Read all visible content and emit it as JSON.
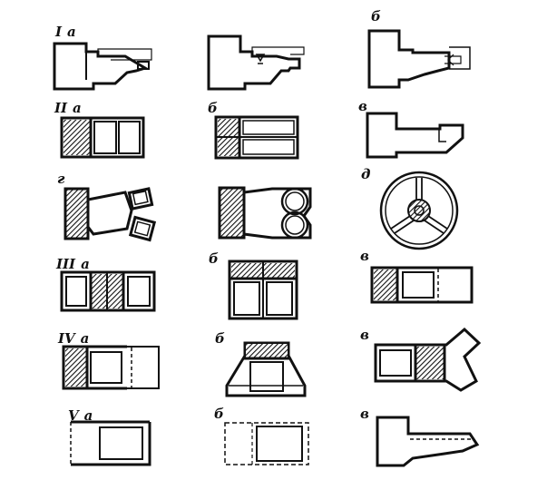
{
  "labels": {
    "r1_a": {
      "roman": "I",
      "letter": "а"
    },
    "r1_b": {
      "letter": "б"
    },
    "r2_a": {
      "roman": "II",
      "letter": "а"
    },
    "r2_b": {
      "letter": "б"
    },
    "r2_v": {
      "letter": "в"
    },
    "r2_g": {
      "letter": "г"
    },
    "r2_d": {
      "letter": "д"
    },
    "r3_a": {
      "roman": "III",
      "letter": "а"
    },
    "r3_b": {
      "letter": "б"
    },
    "r3_v": {
      "letter": "в"
    },
    "r4_a": {
      "roman": "IV",
      "letter": "а"
    },
    "r4_b": {
      "letter": "б"
    },
    "r4_v": {
      "letter": "в"
    },
    "r5_a": {
      "roman": "V",
      "letter": "а"
    },
    "r5_b": {
      "letter": "б"
    },
    "r5_v": {
      "letter": "в"
    }
  },
  "colors": {
    "stroke": "#111111",
    "background": "#ffffff"
  }
}
